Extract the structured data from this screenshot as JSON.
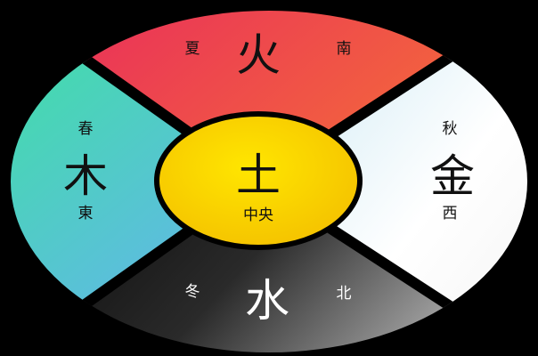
{
  "colors": {
    "fire": "#ee3a5c",
    "wood": "#3fd6a6",
    "metal": "#ffffff",
    "water": "#111111",
    "earth": "#ffd400"
  },
  "center": {
    "element": "土",
    "direction": "中央"
  },
  "top": {
    "element": "火",
    "season": "夏",
    "direction": "南"
  },
  "left": {
    "element": "木",
    "season": "春",
    "direction": "東"
  },
  "right": {
    "element": "金",
    "season": "秋",
    "direction": "西"
  },
  "bottom": {
    "element": "水",
    "season": "冬",
    "direction": "北"
  }
}
